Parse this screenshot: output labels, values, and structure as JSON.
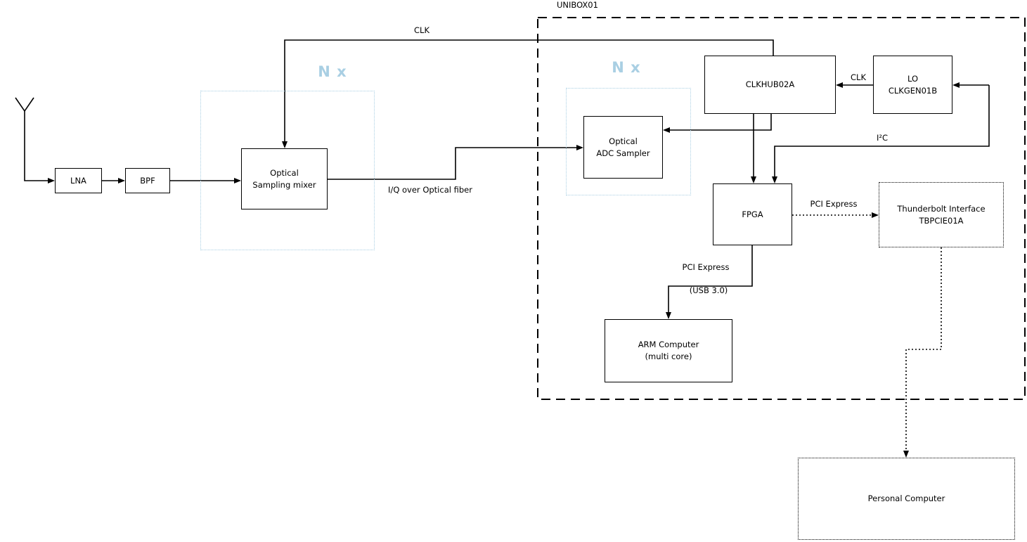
{
  "colors": {
    "line": "#000000",
    "accent": "#a9cfe3",
    "background": "#ffffff"
  },
  "outer_box": {
    "label": "UNIBOX01"
  },
  "groups": {
    "nx_left": {
      "label": "N x"
    },
    "nx_right": {
      "label": "N x"
    }
  },
  "nodes": {
    "lna": {
      "label": "LNA"
    },
    "bpf": {
      "label": "BPF"
    },
    "sampling_mixer": {
      "label": "Optical\nSampling mixer"
    },
    "adc_sampler": {
      "label": "Optical\nADC Sampler"
    },
    "clkhub": {
      "label": "CLKHUB02A"
    },
    "lo_clkgen": {
      "label": "LO\nCLKGEN01B"
    },
    "fpga": {
      "label": "FPGA"
    },
    "thunderbolt": {
      "label": "Thunderbolt Interface\nTBPCIE01A"
    },
    "arm_computer": {
      "label": "ARM Computer\n(multi core)"
    },
    "personal_computer": {
      "label": "Personal Computer"
    }
  },
  "edge_labels": {
    "clk_main": "CLK",
    "iq_fiber": "I/Q over Optical fiber",
    "clk_lo": "CLK",
    "i2c": "I²C",
    "pcie_tb": "PCI Express",
    "pcie_arm": "PCI Express",
    "usb": "(USB 3.0)"
  }
}
